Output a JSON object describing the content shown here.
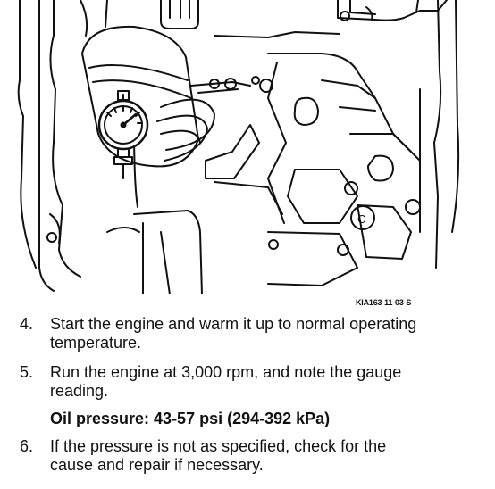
{
  "figure": {
    "id_label": "KIA163-11-03-S",
    "gauge_marker": "C"
  },
  "steps": [
    {
      "number": "4.",
      "lines": [
        "Start the engine and warm it up to normal operating",
        "temperature."
      ]
    },
    {
      "number": "5.",
      "lines": [
        "Run the engine at 3,000 rpm, and note the gauge",
        "reading."
      ]
    },
    {
      "number": "6.",
      "lines": [
        "If the pressure is not as specified, check for the",
        "cause and repair if necessary."
      ]
    }
  ],
  "spec": "Oil pressure: 43-57 psi (294-392 kPa)"
}
